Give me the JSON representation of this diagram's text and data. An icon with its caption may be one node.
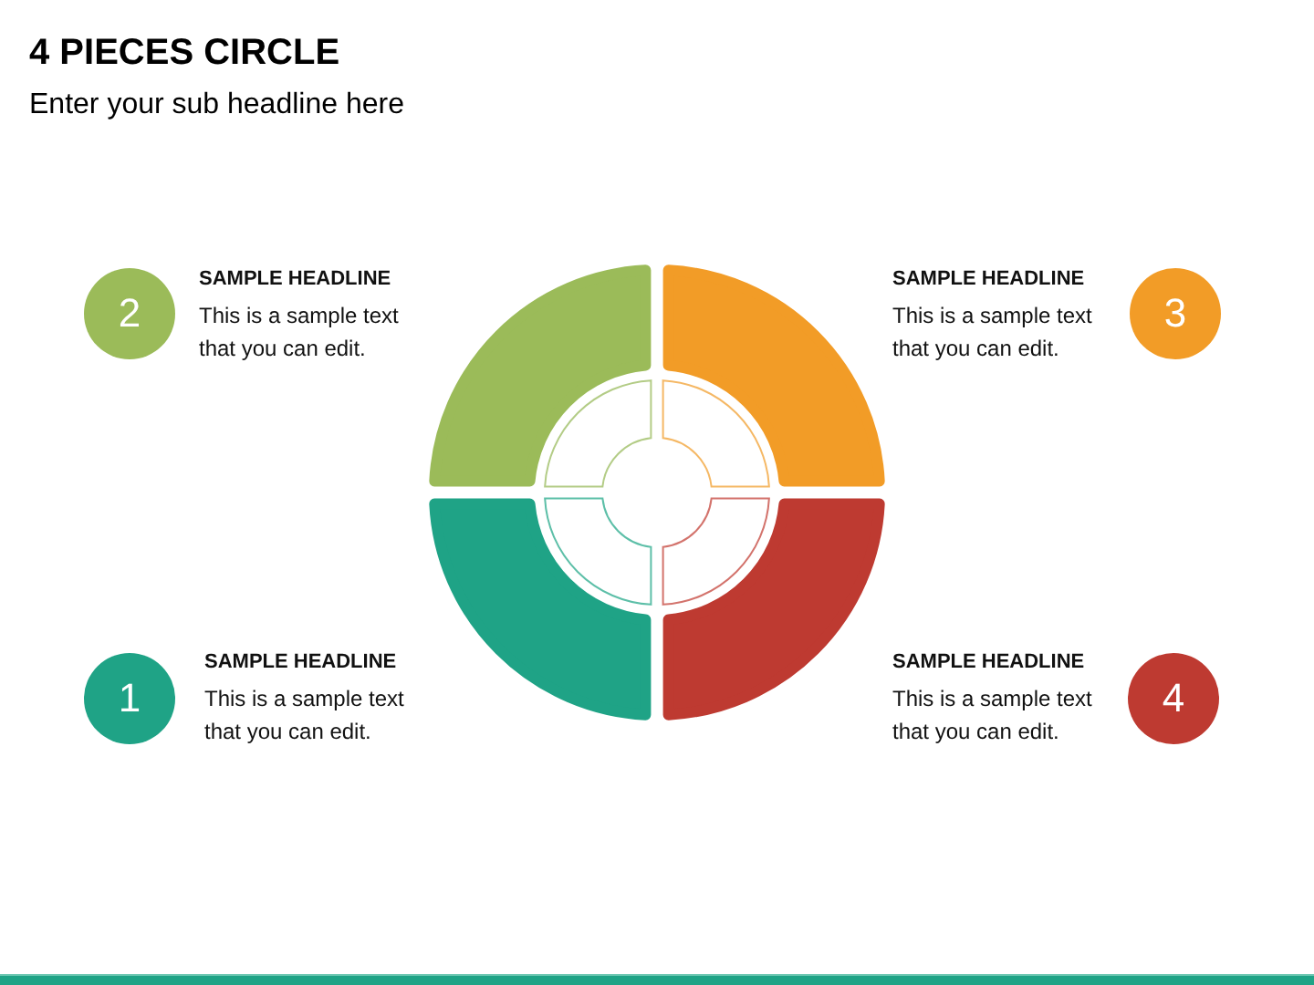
{
  "diagram": {
    "title": "4 PIECES CIRCLE",
    "nodes": [
      {
        "text": [
          "2"
        ],
        "beside": [
          "SAMPLE HEADLINE",
          "This is a sample text that you can edit."
        ]
      },
      {
        "text": [
          "3"
        ],
        "beside": [
          "SAMPLE HEADLINE",
          "This is a sample text that you can edit."
        ]
      },
      {
        "text": [
          "1"
        ],
        "beside": [
          "SAMPLE HEADLINE",
          "This is a sample text that you can edit."
        ]
      },
      {
        "text": [
          "4"
        ],
        "beside": [
          "SAMPLE HEADLINE",
          "This is a sample text that you can edit."
        ]
      }
    ],
    "labels": [
      "Enter your sub headline here"
    ]
  }
}
